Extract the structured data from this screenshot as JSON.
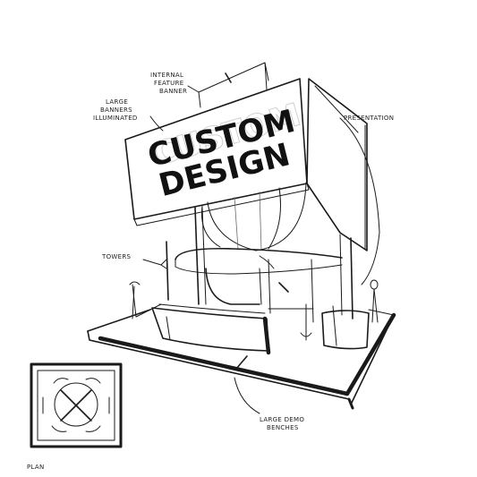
{
  "banner": {
    "line1": "CUSTOM",
    "line2": "DESIGN"
  },
  "annotations": {
    "internal_feature_banner": [
      "INTERNAL",
      "FEATURE",
      "BANNER"
    ],
    "large_banners": [
      "LARGE",
      "BANNERS",
      "ILLUMINATED"
    ],
    "presentation": "PRESENTATION",
    "towers": "TOWERS",
    "demo_benches": [
      "LARGE DEMO",
      "BENCHES"
    ],
    "plan": "PLAN"
  },
  "colors": {
    "ink": "#1a1a1a",
    "paper": "#ffffff"
  }
}
